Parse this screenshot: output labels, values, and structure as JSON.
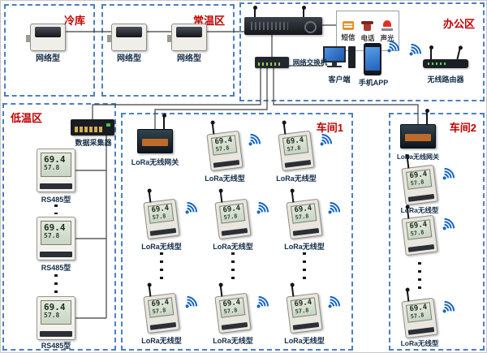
{
  "zones": {
    "cold": {
      "title": "冷库",
      "sensor_label": "网络型"
    },
    "normal": {
      "title": "常温区",
      "sensor1_label": "网络型",
      "sensor2_label": "网络型"
    },
    "office": {
      "title": "办公区",
      "switch_label": "网络交换机",
      "client_label": "客户端",
      "app_label": "手机APP",
      "router_label": "无线路由器",
      "alert1_label": "短信",
      "alert2_label": "电话",
      "alert3_label": "声光"
    },
    "low": {
      "title": "低温区",
      "collector_label": "数据采集器",
      "sensor1_label": "RS485型",
      "sensor2_label": "RS485型",
      "sensor3_label": "RS485型"
    },
    "w1": {
      "title": "车间1",
      "gateway_label": "LoRa无线网关",
      "sensor_labels": [
        "LoRa无线型",
        "LoRa无线型",
        "LoRa无线型",
        "LoRa无线型",
        "LoRa无线型",
        "LoRa无线型",
        "LoRa无线型",
        "LoRa无线型"
      ]
    },
    "w2": {
      "title": "车间2",
      "gateway_label": "LoRa无线网关",
      "sensor1_label": "LoRa无线型",
      "sensor3_label": "LoRa无线型"
    }
  },
  "lcd": {
    "temp": "69.4",
    "hum": "57.8"
  },
  "colors": {
    "zone_border": "#4d7fc0",
    "zone_title": "#c00000",
    "wifi": "#1464c4",
    "wire": "#3f3f3f"
  }
}
